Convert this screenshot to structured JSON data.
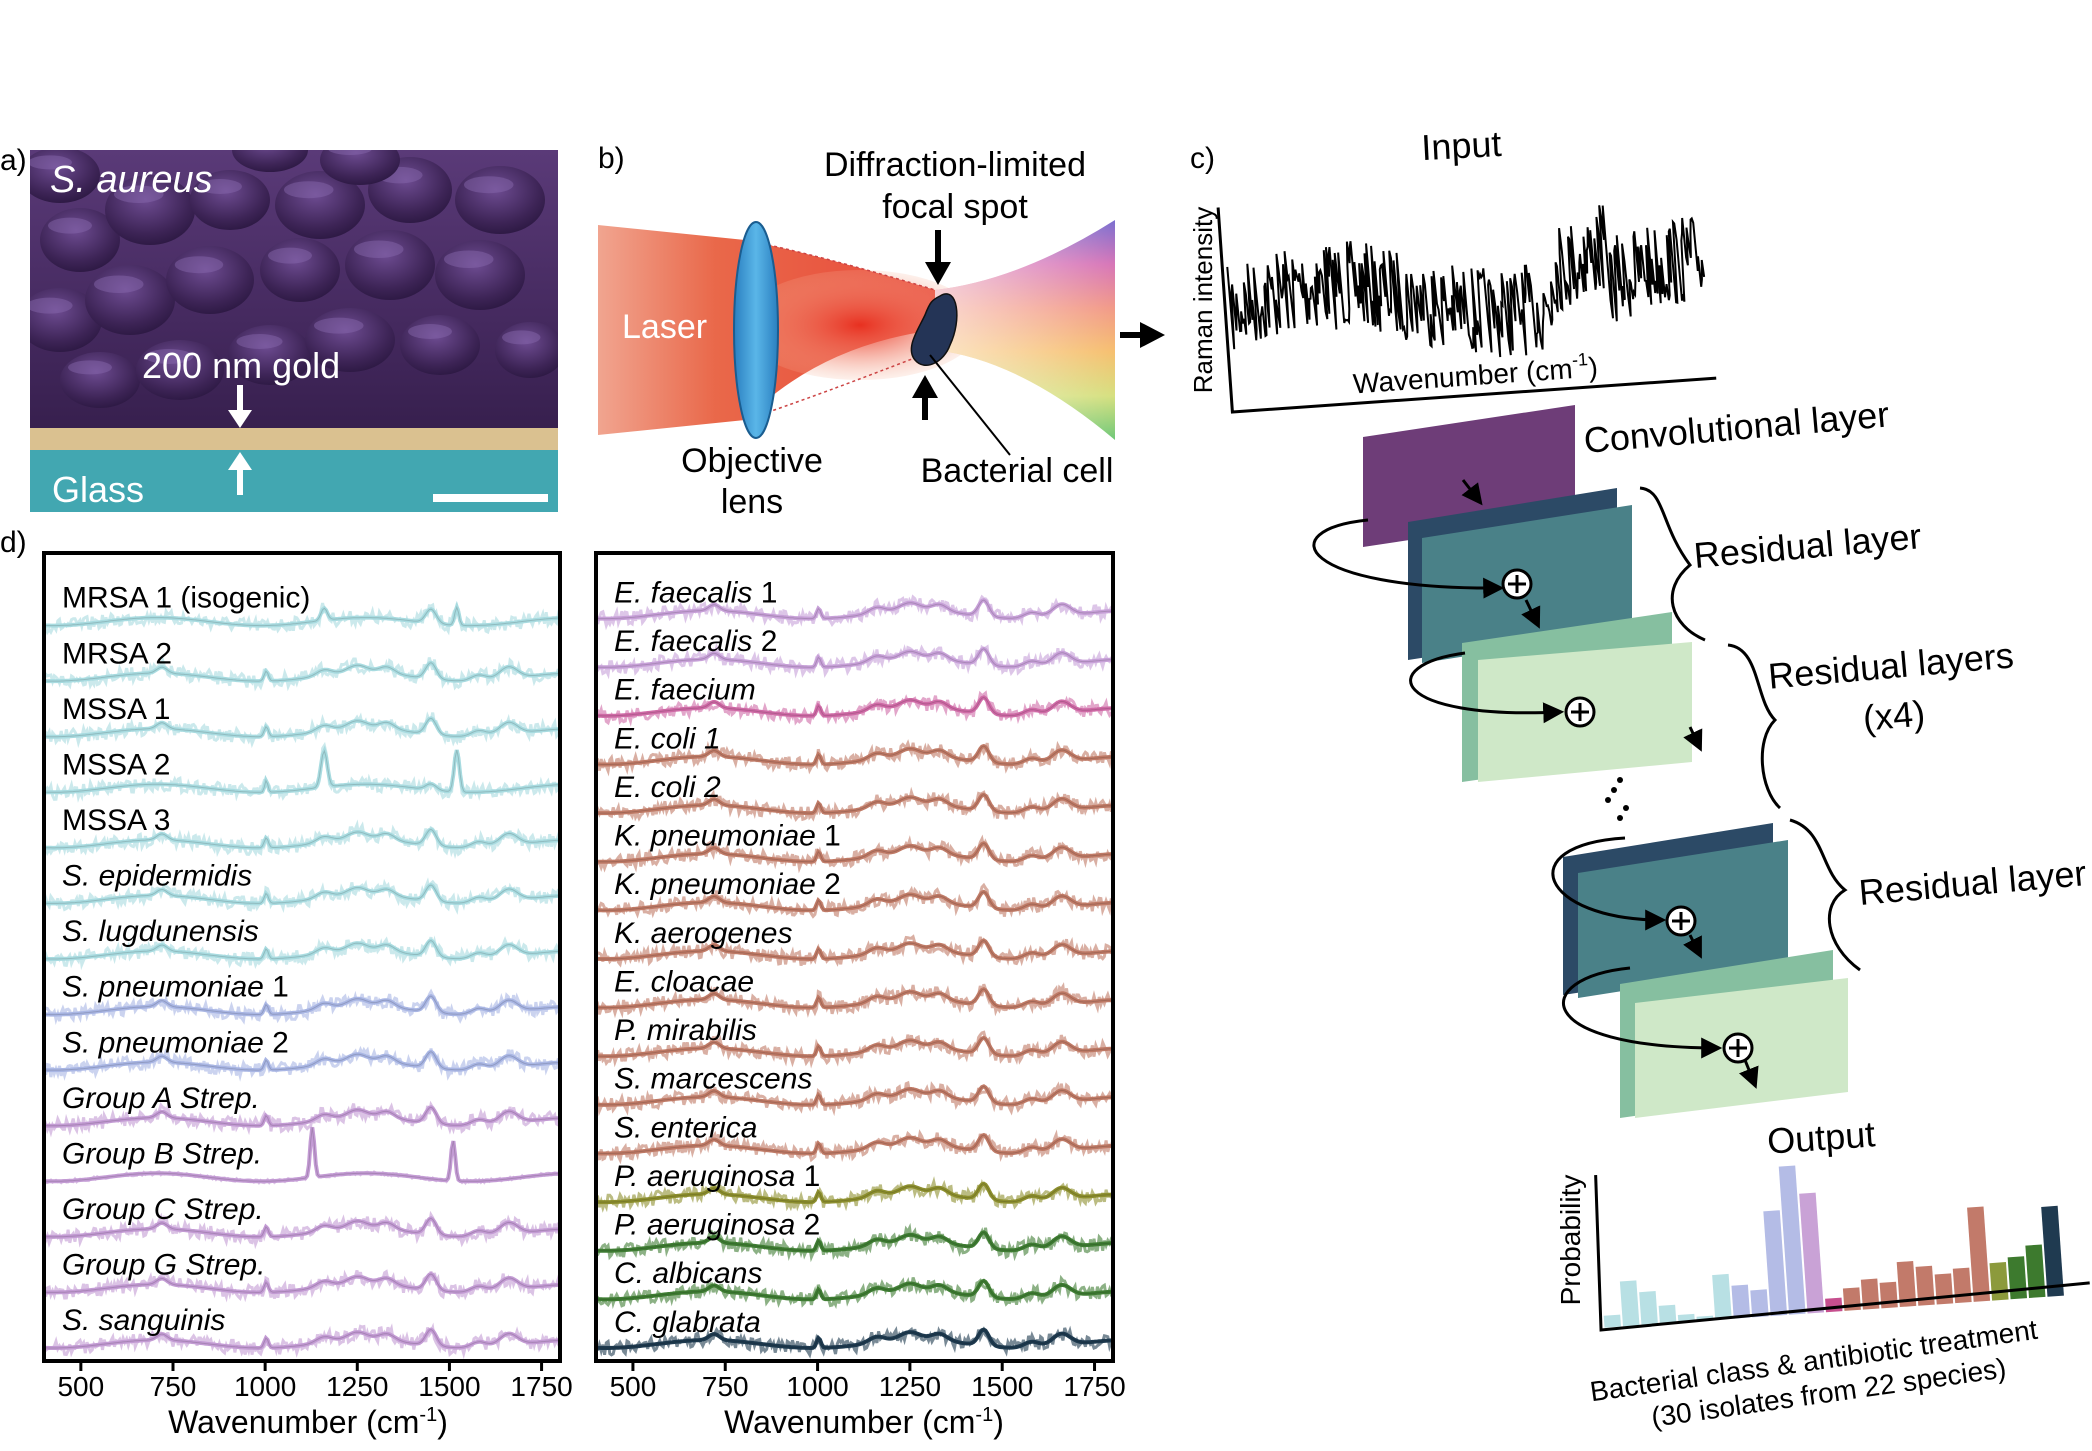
{
  "panel_a": {
    "label": "a)",
    "species": "S. aureus",
    "gold_label": "200 nm gold",
    "glass_label": "Glass"
  },
  "panel_b": {
    "label": "b)",
    "focal_spot": [
      "Diffraction-limited",
      "focal spot"
    ],
    "laser": "Laser",
    "objective": [
      "Objective",
      "lens"
    ],
    "cell": "Bacterial cell"
  },
  "panel_c": {
    "label": "c)",
    "input_title": "Input",
    "ylabel": "Raman intensity",
    "xlabel": "Wavenumber (cm",
    "xlabel_sup": "-1",
    "xlabel_end": ")",
    "conv": "Convolutional layer",
    "residual": "Residual layer",
    "residual_x4": [
      "Residual layers",
      "(x4)"
    ],
    "residual2": "Residual layer",
    "output_title": "Output",
    "prob_label": "Probability",
    "class_label": [
      "Bacterial class & antibiotic treatment",
      "(30 isolates from 22 species)"
    ],
    "output_bars": [
      0.08,
      0.3,
      0.22,
      0.12,
      0.05,
      0.03,
      0.3,
      0.22,
      0.18,
      0.7,
      0.99,
      0.8,
      0.09,
      0.15,
      0.2,
      0.17,
      0.3,
      0.26,
      0.2,
      0.23,
      0.63,
      0.25,
      0.28,
      0.35,
      0.6
    ],
    "bar_colors": [
      "#b8e0e4",
      "#b8e0e4",
      "#b8e0e4",
      "#b8e0e4",
      "#b8e0e4",
      "#b8e0e4",
      "#b8e0e4",
      "#b4bce6",
      "#b4bce6",
      "#b4bce6",
      "#b4bce6",
      "#c9a2d6",
      "#c64f8e",
      "#c27a6a",
      "#c27a6a",
      "#c27a6a",
      "#c27a6a",
      "#c27a6a",
      "#c27a6a",
      "#c27a6a",
      "#c27a6a",
      "#8c9a3c",
      "#3d7a2e",
      "#3d7a2e",
      "#1f3a50"
    ]
  },
  "panel_d": {
    "label": "d)",
    "xlabel": "Wavenumber (cm",
    "xlabel_sup": "-1",
    "xlabel_end": ")",
    "left_ticks": [
      "500",
      "750",
      "1000",
      "1250",
      "1500",
      "1750"
    ],
    "right_ticks": [
      "500",
      "750",
      "1000",
      "1250",
      "1500",
      "1750"
    ],
    "left_spectra": [
      {
        "name": "MRSA 1 (isogenic)",
        "italic": "",
        "suffix": "",
        "color": "#a8dbe0"
      },
      {
        "name": "MRSA 2",
        "italic": "",
        "suffix": "",
        "color": "#a8dbe0"
      },
      {
        "name": "MSSA 1",
        "italic": "",
        "suffix": "",
        "color": "#a8dbe0"
      },
      {
        "name": "MSSA 2",
        "italic": "",
        "suffix": "",
        "color": "#a8dbe0"
      },
      {
        "name": "MSSA 3",
        "italic": "",
        "suffix": "",
        "color": "#a8dbe0"
      },
      {
        "name": "",
        "italic": "S. epidermidis",
        "suffix": "",
        "color": "#a8dbe0"
      },
      {
        "name": "",
        "italic": "S. lugdunensis",
        "suffix": "",
        "color": "#a8dbe0"
      },
      {
        "name": "",
        "italic": "S. pneumoniae",
        "suffix": " 1",
        "color": "#a9b6e4"
      },
      {
        "name": "",
        "italic": "S. pneumoniae",
        "suffix": " 2",
        "color": "#a9b6e4"
      },
      {
        "name": "",
        "italic": "Group A Strep.",
        "suffix": "",
        "color": "#c39bd4"
      },
      {
        "name": "",
        "italic": "Group B Strep.",
        "suffix": "",
        "color": "#c39bd4"
      },
      {
        "name": "",
        "italic": "Group C Strep.",
        "suffix": "",
        "color": "#c39bd4"
      },
      {
        "name": "",
        "italic": "Group G Strep.",
        "suffix": "",
        "color": "#c39bd4"
      },
      {
        "name": "",
        "italic": "S. sanguinis",
        "suffix": "",
        "color": "#c39bd4"
      }
    ],
    "right_spectra": [
      {
        "italic": "E. faecalis",
        "suffix": " 1",
        "color": "#c7a0d8"
      },
      {
        "italic": "E. faecalis",
        "suffix": " 2",
        "color": "#c7a0d8"
      },
      {
        "italic": "E. faecium",
        "suffix": "",
        "color": "#cf6aa6"
      },
      {
        "italic": "E. coli 1",
        "suffix": "",
        "color": "#bf7a66"
      },
      {
        "italic": "E. coli 2",
        "suffix": "",
        "color": "#bf7a66"
      },
      {
        "italic": "K. pneumoniae",
        "suffix": " 1",
        "color": "#bf7a66"
      },
      {
        "italic": "K. pneumoniae",
        "suffix": " 2",
        "color": "#bf7a66"
      },
      {
        "italic": "K. aerogenes",
        "suffix": "",
        "color": "#bf7a66"
      },
      {
        "italic": "E. cloacae",
        "suffix": "",
        "color": "#bf7a66"
      },
      {
        "italic": "P. mirabilis",
        "suffix": "",
        "color": "#bf7a66"
      },
      {
        "italic": "S. marcescens",
        "suffix": "",
        "color": "#bf7a66"
      },
      {
        "italic": "S. enterica",
        "suffix": "",
        "color": "#bf7a66"
      },
      {
        "italic": "P. aeruginosa",
        "suffix": " 1",
        "color": "#8d8f2e"
      },
      {
        "italic": "P. aeruginosa",
        "suffix": " 2",
        "color": "#3f7d33"
      },
      {
        "italic": "C. albicans",
        "suffix": "",
        "color": "#3f7d33"
      },
      {
        "italic": "C. glabrata",
        "suffix": "",
        "color": "#1e3a4f"
      }
    ]
  }
}
